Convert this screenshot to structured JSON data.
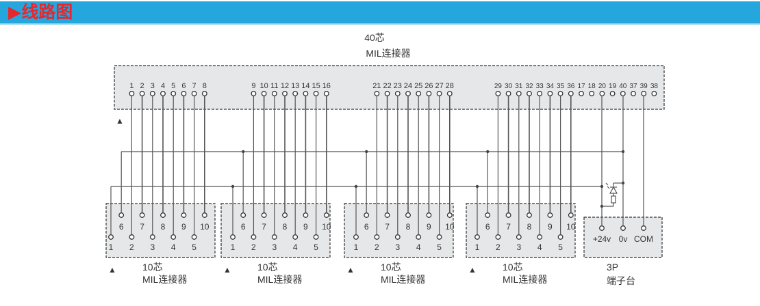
{
  "header": {
    "title": "▶线路图"
  },
  "colors": {
    "header_bg": "#25a6dd",
    "title": "#e8262c",
    "box_fill": "#e6e7e8",
    "wire": "#555555"
  },
  "top_connector": {
    "label_line1": "40芯",
    "label_line2": "MIL连接器",
    "pin_groups": [
      [
        "1",
        "2",
        "3",
        "4",
        "5",
        "6",
        "7",
        "8"
      ],
      [
        "9",
        "10",
        "11",
        "12",
        "13",
        "14",
        "15",
        "16"
      ],
      [
        "21",
        "22",
        "23",
        "24",
        "25",
        "26",
        "27",
        "28"
      ],
      [
        "29",
        "30",
        "31",
        "32",
        "33",
        "34",
        "35",
        "36",
        "17",
        "18",
        "20",
        "19",
        "40",
        "37",
        "39",
        "38"
      ]
    ]
  },
  "bottom_connectors": [
    {
      "label_line1": "10芯",
      "label_line2": "MIL连接器",
      "pins": [
        "1",
        "6",
        "2",
        "7",
        "3",
        "8",
        "4",
        "9",
        "5",
        "10"
      ]
    },
    {
      "label_line1": "10芯",
      "label_line2": "MIL连接器",
      "pins": [
        "1",
        "6",
        "2",
        "7",
        "3",
        "8",
        "4",
        "9",
        "5",
        "10"
      ]
    },
    {
      "label_line1": "10芯",
      "label_line2": "MIL连接器",
      "pins": [
        "1",
        "6",
        "2",
        "7",
        "3",
        "8",
        "4",
        "9",
        "5",
        "10"
      ]
    },
    {
      "label_line1": "10芯",
      "label_line2": "MIL连接器",
      "pins": [
        "1",
        "6",
        "2",
        "7",
        "3",
        "8",
        "4",
        "9",
        "5",
        "10"
      ]
    }
  ],
  "terminal_block": {
    "label_line1": "3P",
    "label_line2": "端子台",
    "pins": [
      "+24v",
      "0v",
      "COM"
    ]
  },
  "marker": "▲"
}
